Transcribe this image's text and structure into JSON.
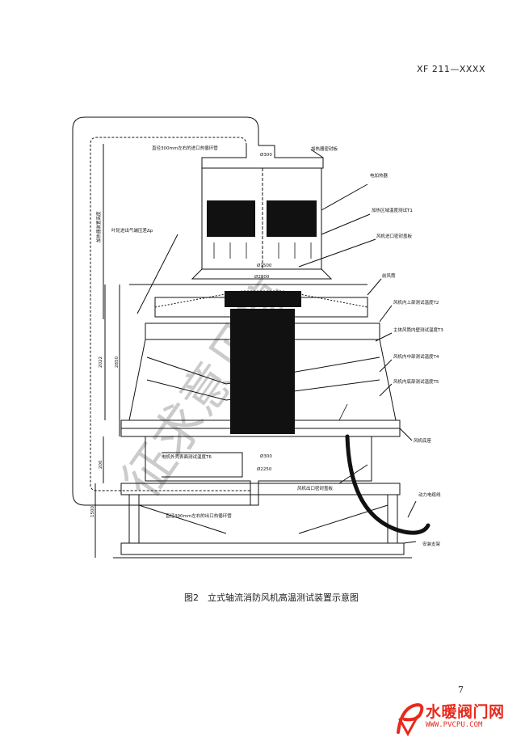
{
  "header": {
    "standard_code": "XF 211—XXXX"
  },
  "figure": {
    "caption": "图2　立式轴流消防风机高温测试装置示意图",
    "labels": {
      "inlet_pipe": "直径300mm左右的进口热循环管",
      "heater_seal": "加热器密封板",
      "electric_heater": "电加热器",
      "heating_zone_temp": "加热区域温度测试T1",
      "fan_inlet_seal": "风机进口密封盖板",
      "front_duct": "前风筒",
      "fan_upper_temp": "风机内上部测试温度T2",
      "main_duct_wall_temp": "主体风筒内壁测试温度T3",
      "fan_middle_temp": "风机内中部测试温度T4",
      "fan_bottom_temp": "风机内底部测试温度T5",
      "fan_base": "风机底座",
      "motor_surface_temp": "电机外壳表面测试温度T6",
      "fan_outlet_seal": "风机出口密封盖板",
      "power_cable": "动力电缆线",
      "mount_bracket": "安装支架",
      "outlet_pipe": "直径300mm左右的出口热循环管",
      "impeller_pressure": "叶轮进出气端压差Δp",
      "heater_height": "加热器装置高度"
    },
    "dimensions": {
      "d300_top": "Ø300",
      "d1500": "Ø1500",
      "d2800": "Ø2800",
      "h2022": "2022",
      "h2850": "2850",
      "h200": "200",
      "d300_bottom": "Ø300",
      "d2250": "Ø2250",
      "h1500": "1500"
    },
    "watermark": "征求意见稿"
  },
  "footer": {
    "page_number": "7",
    "logo": {
      "name": "水暖阀门网",
      "url": "WWW.PVCPU.COM"
    }
  },
  "colors": {
    "ink": "#111111",
    "logo_red": "#e8291c"
  }
}
